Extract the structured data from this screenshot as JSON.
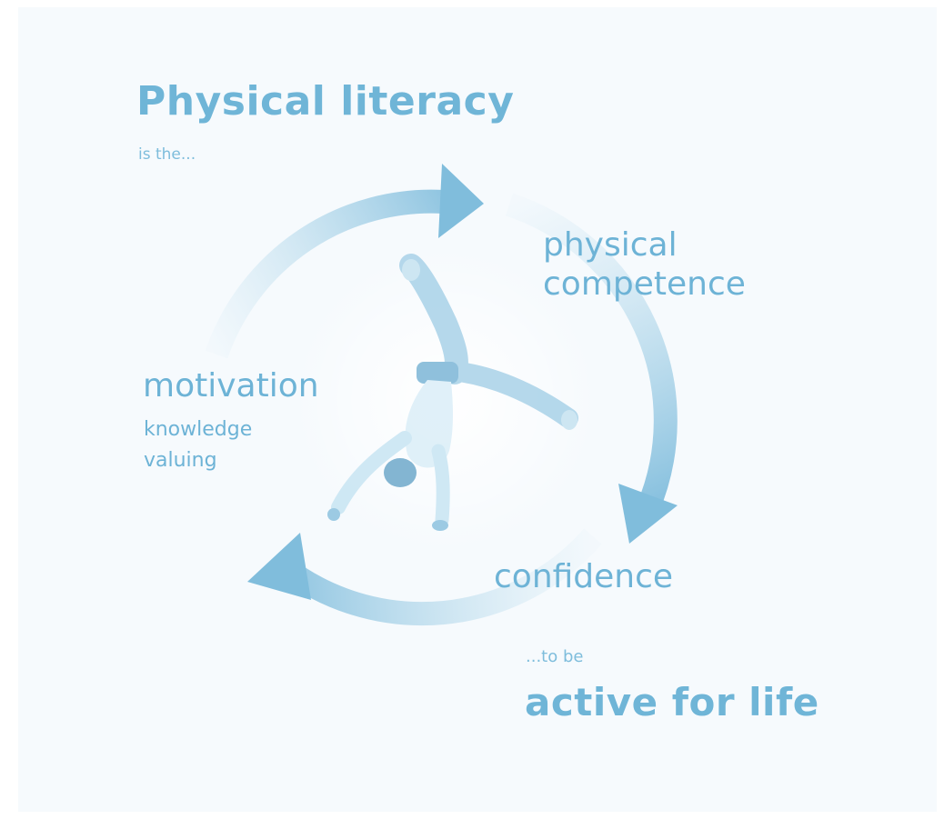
{
  "heading": {
    "title": "Physical literacy",
    "subtitle": "is the..."
  },
  "cycle": {
    "physical_competence_line1": "physical",
    "physical_competence_line2": "competence",
    "motivation": "motivation",
    "knowledge": "knowledge",
    "valuing": "valuing",
    "confidence": "confidence"
  },
  "footer": {
    "lead": "...to be",
    "slogan": "active for life"
  },
  "colors": {
    "accent": "#6db3d6",
    "arrow": "#8cc3df",
    "panel": "#f6fafd"
  },
  "icons": {
    "figure": "breakdancer-handstand-figure",
    "arrows": "cycle-arrow"
  }
}
